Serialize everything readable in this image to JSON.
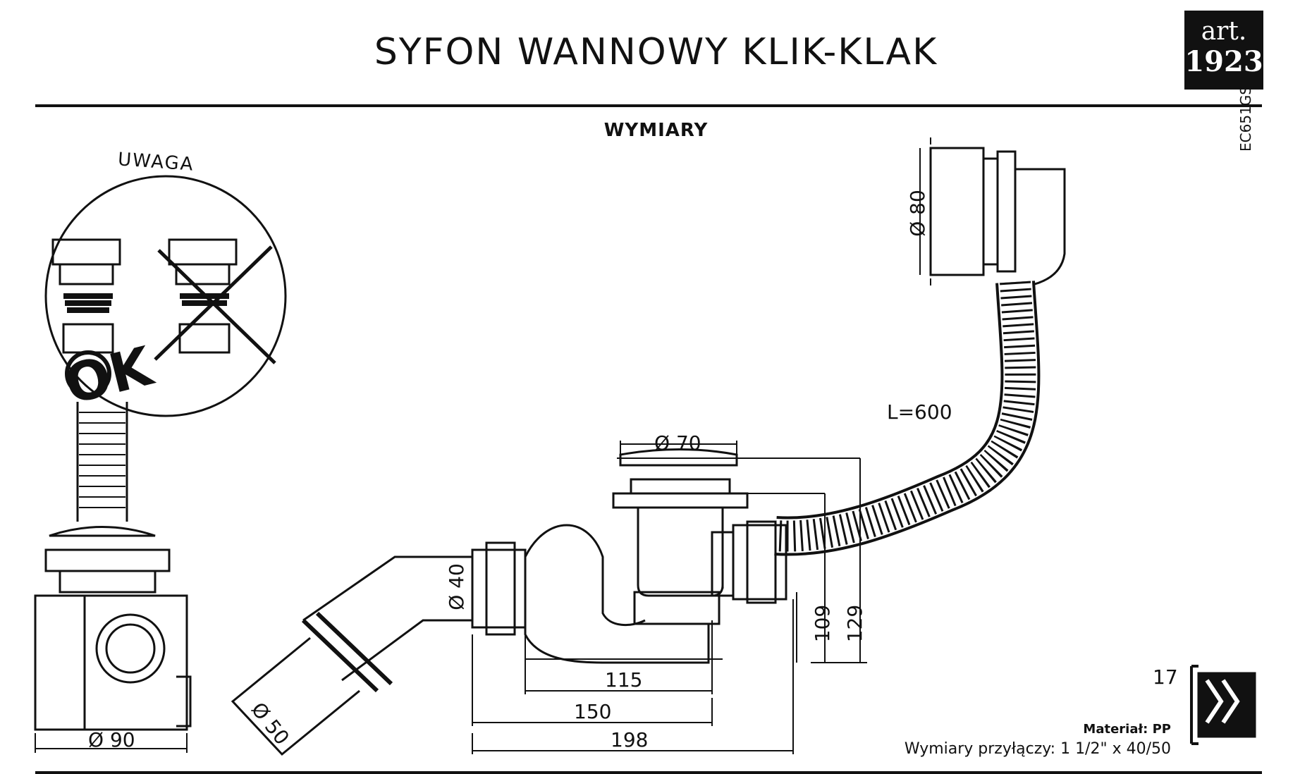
{
  "header": {
    "title": "SYFON WANNOWY KLIK-KLAK",
    "art_label": "art.",
    "art_number": "1923"
  },
  "section": {
    "heading": "WYMIARY",
    "side_code": "EC651GS"
  },
  "detail": {
    "label": "UWAGA",
    "ok_text": "OK"
  },
  "dimensions": {
    "overflow_diameter": "Ø 80",
    "hose_length": "L=600",
    "drain_diameter": "Ø 70",
    "outlet_40": "Ø 40",
    "outlet_50": "Ø 50",
    "base_diameter": "Ø 90",
    "height_109": "109",
    "height_129": "129",
    "length_115": "115",
    "length_150": "150",
    "length_198": "198"
  },
  "footer": {
    "page_number": "17",
    "material": "Materiał: PP",
    "connections": "Wymiary przyłączy: 1 1/2\" x 40/50"
  },
  "colors": {
    "ink": "#111111",
    "paper": "#ffffff"
  }
}
